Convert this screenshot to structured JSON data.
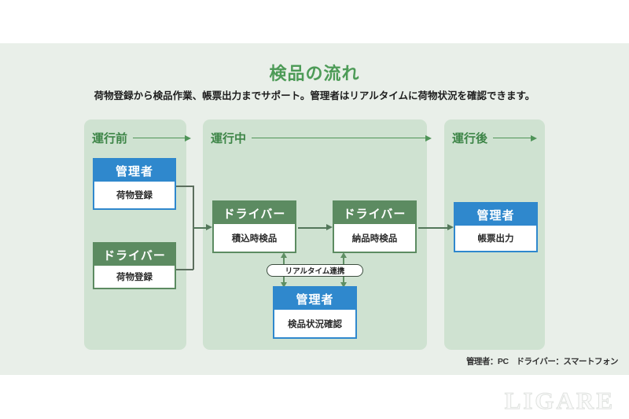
{
  "page": {
    "title": "検品の流れ",
    "subtitle": "荷物登録から検品作業、帳票出力までサポート。管理者はリアルタイムに荷物状況を確認できます。",
    "footnote": "管理者：PC　ドライバー：スマートフォン",
    "watermark": "LIGARE"
  },
  "colors": {
    "panel_bg": "#e9efe9",
    "column_bg": "#cfe2d1",
    "title_green": "#4d9b57",
    "phase_green": "#3d8547",
    "admin_blue": "#2f88cd",
    "driver_green": "#5c8b61",
    "connector": "#5c6f5e",
    "arrow_green": "#4f9458"
  },
  "phases": [
    {
      "id": "pre",
      "label": "運行前"
    },
    {
      "id": "during",
      "label": "運行中"
    },
    {
      "id": "post",
      "label": "運行後"
    }
  ],
  "boxes": [
    {
      "id": "boxA",
      "phase": "運行前",
      "type": "admin",
      "role": "管理者",
      "task": "荷物登録"
    },
    {
      "id": "boxB",
      "phase": "運行前",
      "type": "driver",
      "role": "ドライバー",
      "task": "荷物登録"
    },
    {
      "id": "boxC",
      "phase": "運行中",
      "type": "driver",
      "role": "ドライバー",
      "task": "積込時検品"
    },
    {
      "id": "boxD",
      "phase": "運行中",
      "type": "driver",
      "role": "ドライバー",
      "task": "納品時検品"
    },
    {
      "id": "boxE",
      "phase": "運行後",
      "type": "admin",
      "role": "管理者",
      "task": "帳票出力"
    },
    {
      "id": "boxF",
      "phase": "運行中",
      "type": "admin",
      "role": "管理者",
      "task": "検品状況確認"
    }
  ],
  "pill": {
    "label": "リアルタイム連携"
  }
}
